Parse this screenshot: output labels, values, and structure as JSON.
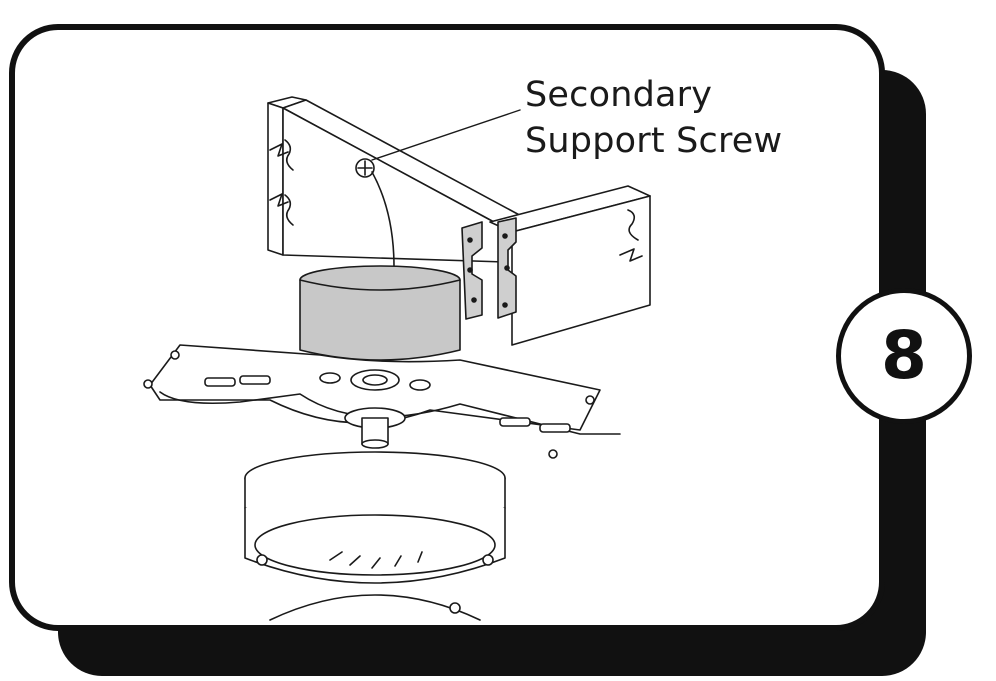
{
  "callout": {
    "line1": "Secondary",
    "line2": "Support Screw"
  },
  "step": {
    "number": "8"
  },
  "colors": {
    "frame": "#111111",
    "canopy_fill": "#c8c8c8",
    "bracket_fill": "#c8c8c8",
    "hanger_fill": "#cfcfcf",
    "line": "#1a1a1a"
  }
}
